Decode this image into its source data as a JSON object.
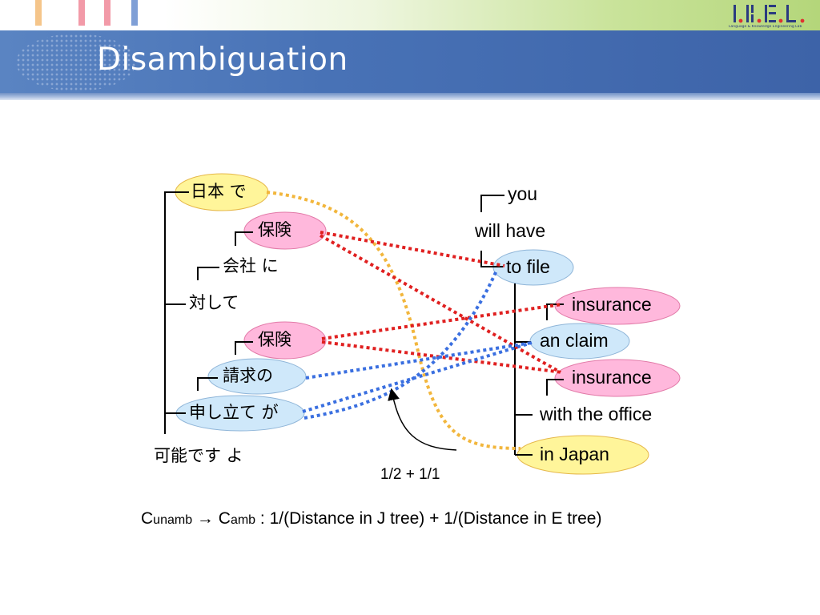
{
  "slide": {
    "title": "Disambiguation"
  },
  "logo": {
    "mark": "L.K.E.L.",
    "caption": "Language & Knowledge Engineering Lab"
  },
  "colors": {
    "title_bar": "#4872b6",
    "yellow_node": "#fff59a",
    "pink_node": "#ffb8dc",
    "blue_node": "#cfe8fa",
    "orange_link": "#f2b63c",
    "red_link": "#e02020",
    "blue_link": "#3a6fe0",
    "tick_colors": [
      "#f5c58a",
      "#f29aa8",
      "#f29aa8",
      "#7f9fd6"
    ]
  },
  "japanese_tree": {
    "nodes": [
      {
        "id": "j1",
        "text": "日本 で",
        "highlight": "yellow"
      },
      {
        "id": "j2",
        "text": "保険",
        "highlight": "pink"
      },
      {
        "id": "j3",
        "text": "会社 に",
        "highlight": "none"
      },
      {
        "id": "j4",
        "text": "対して",
        "highlight": "none"
      },
      {
        "id": "j5",
        "text": "保険",
        "highlight": "pink"
      },
      {
        "id": "j6",
        "text": "請求の",
        "highlight": "blue"
      },
      {
        "id": "j7",
        "text": "申し立て が",
        "highlight": "blue"
      },
      {
        "id": "j8",
        "text": "可能です よ",
        "highlight": "none"
      }
    ]
  },
  "english_tree": {
    "nodes": [
      {
        "id": "e1",
        "text": "you",
        "highlight": "none"
      },
      {
        "id": "e2",
        "text": "will have",
        "highlight": "none"
      },
      {
        "id": "e3",
        "text": "to file",
        "highlight": "blue"
      },
      {
        "id": "e4",
        "text": "insurance",
        "highlight": "pink"
      },
      {
        "id": "e5",
        "text": "an claim",
        "highlight": "blue"
      },
      {
        "id": "e6",
        "text": "insurance",
        "highlight": "pink"
      },
      {
        "id": "e7",
        "text": "with the office",
        "highlight": "none"
      },
      {
        "id": "e8",
        "text": "in Japan",
        "highlight": "yellow"
      }
    ]
  },
  "alignments": [
    {
      "from": "j1",
      "to": "e8",
      "color": "orange"
    },
    {
      "from": "j2",
      "to": "e3",
      "color": "red"
    },
    {
      "from": "j2",
      "to": "e6",
      "color": "red"
    },
    {
      "from": "j5",
      "to": "e4",
      "color": "red"
    },
    {
      "from": "j5",
      "to": "e6",
      "color": "red"
    },
    {
      "from": "j6",
      "to": "e5",
      "color": "blue"
    },
    {
      "from": "j7",
      "to": "e3",
      "color": "blue"
    },
    {
      "from": "j7",
      "to": "e5",
      "color": "blue"
    }
  ],
  "annotation": {
    "text": "1/2 + 1/1"
  },
  "formula": {
    "c1": "C",
    "sub1": "unamb",
    "arrow": " → ",
    "c2": "C",
    "sub2": "amb",
    "rest": " : 1/(Distance in J tree) + 1/(Distance in E tree)"
  }
}
